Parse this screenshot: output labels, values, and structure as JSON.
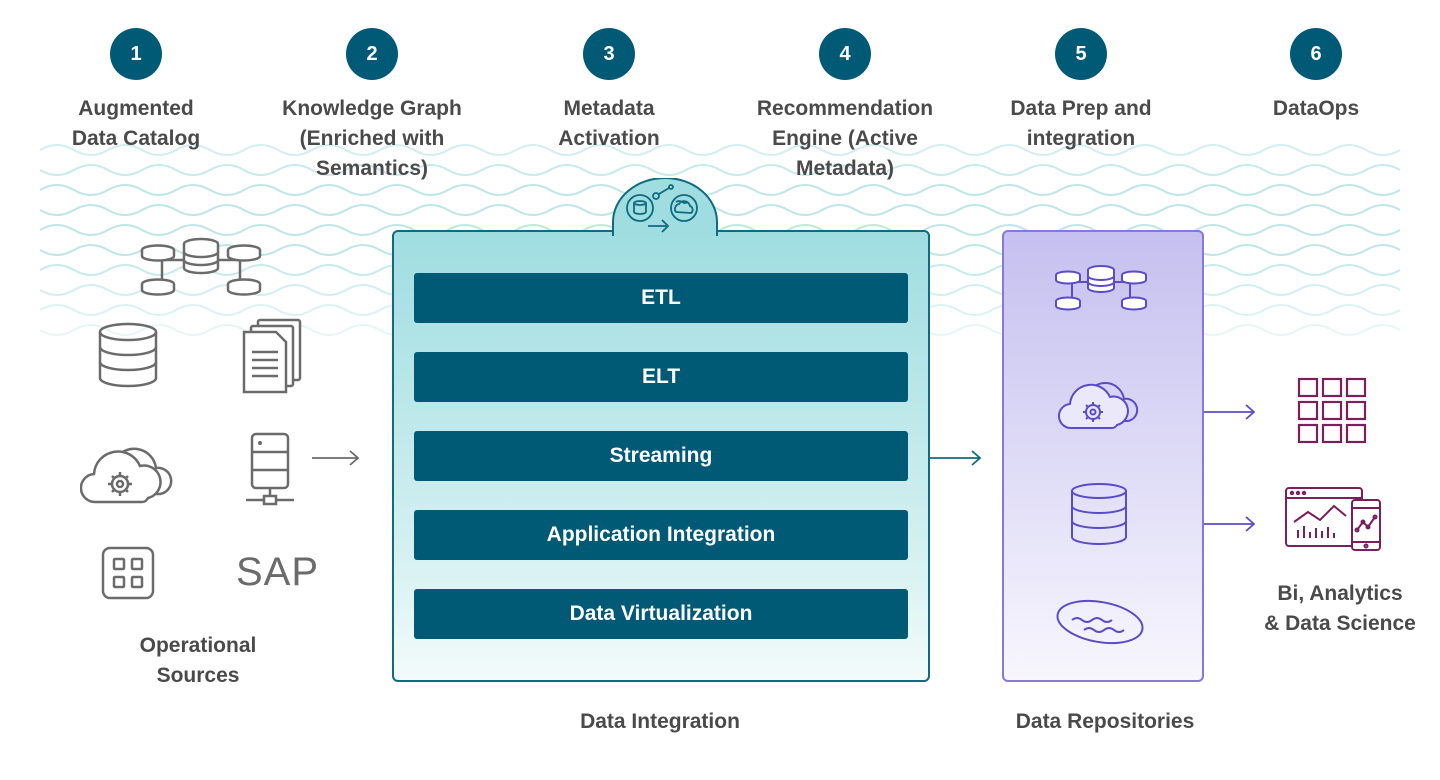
{
  "steps": [
    {
      "num": "1",
      "title": "Augmented\nData Catalog"
    },
    {
      "num": "2",
      "title": "Knowledge Graph\n(Enriched with\nSemantics)"
    },
    {
      "num": "3",
      "title": "Metadata\nActivation"
    },
    {
      "num": "4",
      "title": "Recommendation\nEngine (Active\nMetadata)"
    },
    {
      "num": "5",
      "title": "Data Prep and\nintegration"
    },
    {
      "num": "6",
      "title": "DataOps"
    }
  ],
  "sources": {
    "caption": "Operational\nSources",
    "sap_label": "SAP",
    "icons": [
      "database-network-icon",
      "database-icon",
      "documents-icon",
      "cloud-gear-icon",
      "server-icon",
      "apps-grid-icon"
    ]
  },
  "integration": {
    "caption": "Data Integration",
    "methods": [
      "ETL",
      "ELT",
      "Streaming",
      "Application Integration",
      "Data Virtualization"
    ]
  },
  "repositories": {
    "caption": "Data Repositories",
    "icons": [
      "database-network-icon",
      "cloud-gear-icon",
      "database-icon",
      "data-lake-icon"
    ]
  },
  "outputs": {
    "caption": "Bi, Analytics\n& Data Science",
    "icons": [
      "grid-icon",
      "analytics-dashboard-icon"
    ]
  },
  "colors": {
    "accent": "#005a75",
    "integration_border": "#0f6b80",
    "repository_border": "#8878d8",
    "output": "#7a1f5c",
    "text": "#4a4a4a"
  }
}
